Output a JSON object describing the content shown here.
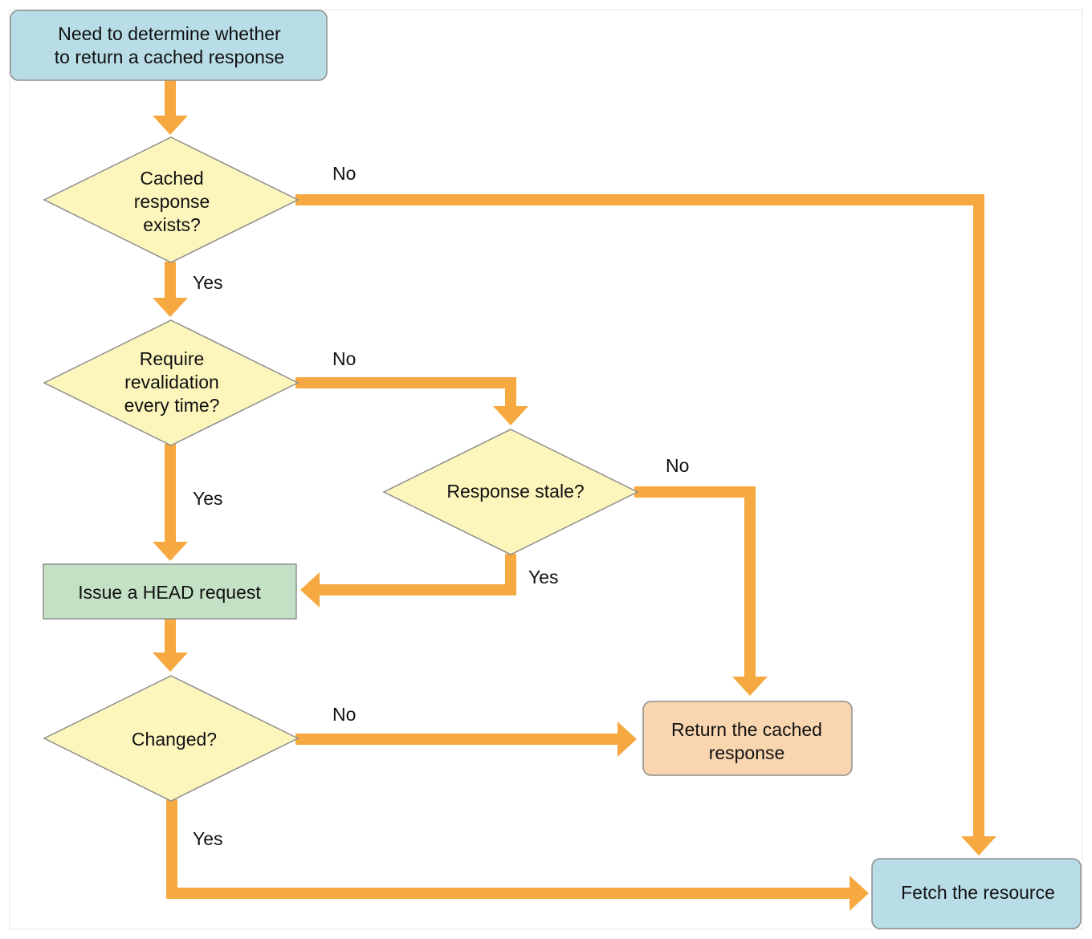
{
  "colors": {
    "arrow": "#F6A940",
    "terminal_fill": "#B8DDE6",
    "decision_fill": "#FCF6BD",
    "process_fill": "#C4E1C5",
    "result_fill": "#F9D6B0",
    "stroke": "#8E8E8E"
  },
  "nodes": {
    "start": [
      "Need to determine whether",
      "to return a cached response"
    ],
    "cached_exists": [
      "Cached",
      "response",
      "exists?"
    ],
    "require_revalidation": [
      "Require",
      "revalidation",
      "every time?"
    ],
    "response_stale": [
      "Response stale?"
    ],
    "issue_head": [
      "Issue a HEAD request"
    ],
    "changed": [
      "Changed?"
    ],
    "return_cached": [
      "Return the cached",
      "response"
    ],
    "fetch_resource": [
      "Fetch the resource"
    ]
  },
  "edges": {
    "cached_exists_no": "No",
    "cached_exists_yes": "Yes",
    "revalidation_no": "No",
    "revalidation_yes": "Yes",
    "stale_no": "No",
    "stale_yes": "Yes",
    "changed_no": "No",
    "changed_yes": "Yes"
  }
}
